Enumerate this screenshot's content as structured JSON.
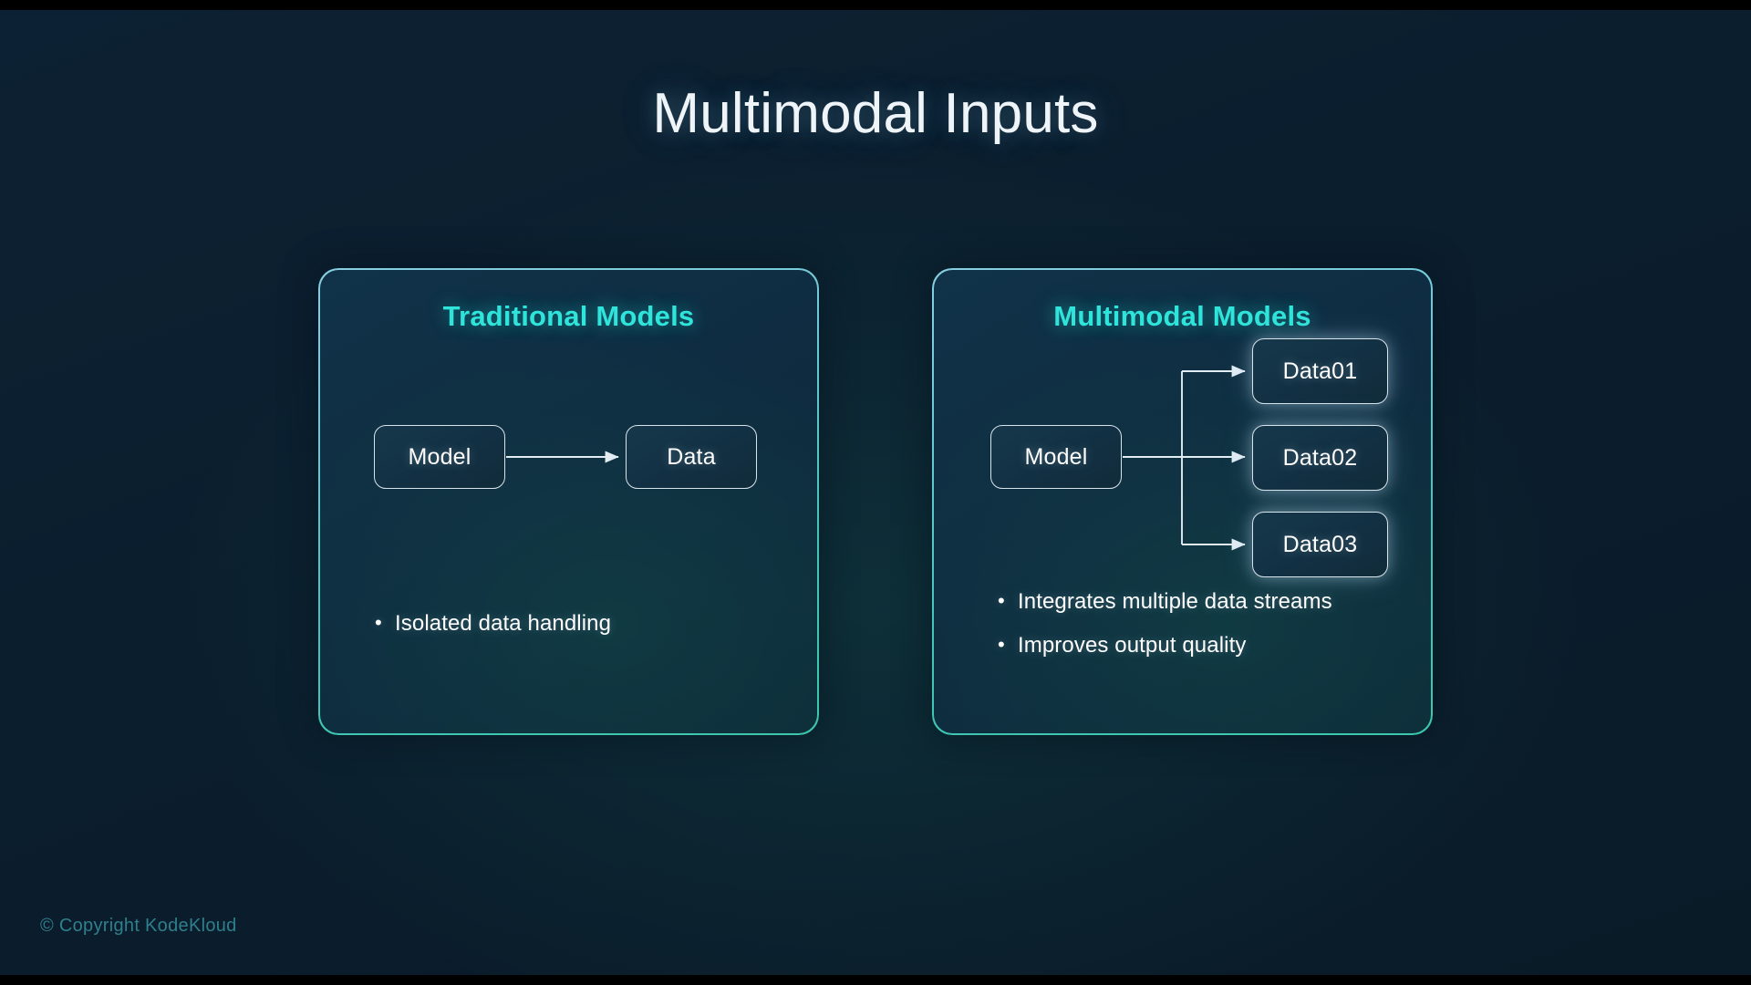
{
  "slide": {
    "title": "Multimodal Inputs",
    "footer": "© Copyright KodeKloud",
    "background_color": "#0b1e2e",
    "accent_color": "#2fe4da",
    "footer_color": "#2f7f8c",
    "node_text_color": "#ffffff",
    "title_color": "#eef4f8"
  },
  "cards": [
    {
      "title": "Traditional Models",
      "nodes": [
        {
          "id": "model",
          "label": "Model"
        },
        {
          "id": "data",
          "label": "Data"
        }
      ],
      "connectors": [
        {
          "from": "model",
          "to": "data",
          "style": "straight-arrow"
        }
      ],
      "bullets": [
        {
          "marker": "•",
          "text": "Isolated data handling"
        }
      ]
    },
    {
      "title": "Multimodal Models",
      "nodes": [
        {
          "id": "model",
          "label": "Model"
        },
        {
          "id": "data01",
          "label": "Data01"
        },
        {
          "id": "data02",
          "label": "Data02"
        },
        {
          "id": "data03",
          "label": "Data03"
        }
      ],
      "connectors": [
        {
          "from": "model",
          "to": "data01",
          "style": "elbow-arrow"
        },
        {
          "from": "model",
          "to": "data02",
          "style": "straight-arrow"
        },
        {
          "from": "model",
          "to": "data03",
          "style": "elbow-arrow"
        }
      ],
      "bullets": [
        {
          "marker": "•",
          "text": "Integrates multiple data streams"
        },
        {
          "marker": "•",
          "text": "Improves output quality"
        }
      ]
    }
  ]
}
